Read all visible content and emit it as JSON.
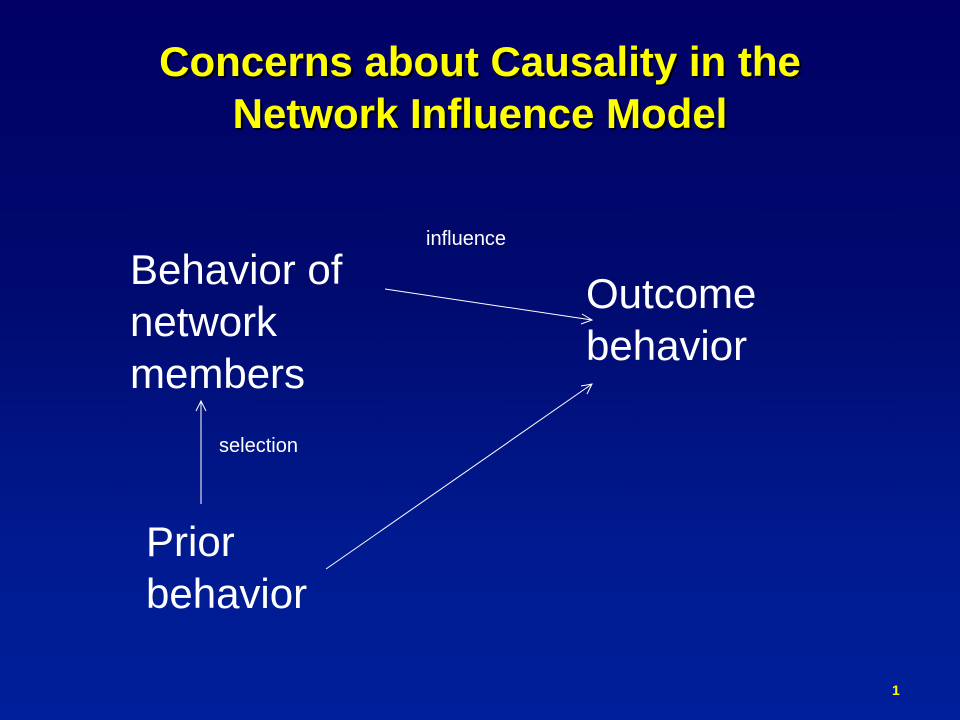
{
  "slide": {
    "title_line1": "Concerns about Causality in the",
    "title_line2": "Network Influence Model",
    "page_number": "1"
  },
  "nodes": {
    "network_behavior": {
      "line1": "Behavior of",
      "line2": "network",
      "line3": "members"
    },
    "outcome_behavior": {
      "line1": "Outcome",
      "line2": "behavior"
    },
    "prior_behavior": {
      "line1": "Prior",
      "line2": "behavior"
    }
  },
  "edges": {
    "influence_label": "influence",
    "selection_label": "selection"
  },
  "colors": {
    "background_top": "#000066",
    "background_bottom": "#001f9a",
    "title": "#ffff00",
    "text": "#ffffff"
  }
}
